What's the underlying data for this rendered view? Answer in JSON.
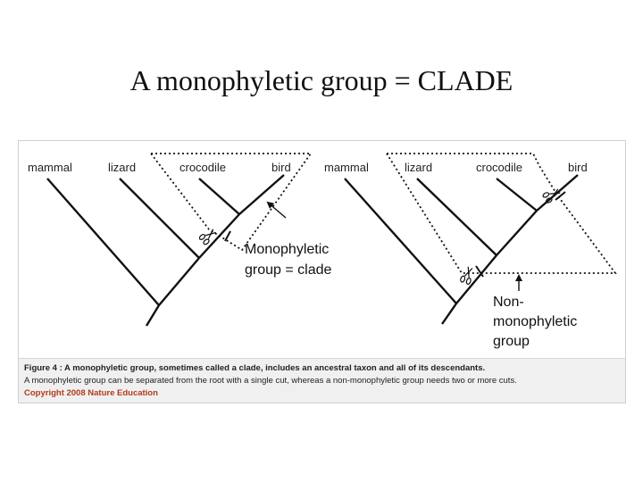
{
  "slide": {
    "title": "A monophyletic group = CLADE"
  },
  "left_tree": {
    "taxa": [
      "mammal",
      "lizard",
      "crocodile",
      "bird"
    ],
    "annotation_lines": [
      "Monophyletic",
      "group = clade"
    ]
  },
  "right_tree": {
    "taxa": [
      "mammal",
      "lizard",
      "crocodile",
      "bird"
    ],
    "annotation_lines": [
      "Non-",
      "monophyletic",
      "group"
    ]
  },
  "caption": {
    "figure_line": "Figure 4 : A monophyletic group, sometimes called a clade, includes an ancestral taxon and all of its descendants.",
    "body_line": "A monophyletic group can be separated from the root with a single cut, whereas a non-monophyletic group needs two or more cuts.",
    "copyright": "Copyright 2008 Nature Education"
  },
  "colors": {
    "caption_background": "#f0f0f0",
    "copyright_text": "#b23a1a"
  },
  "icons": [
    "scissors-icon",
    "arrow-icon"
  ]
}
